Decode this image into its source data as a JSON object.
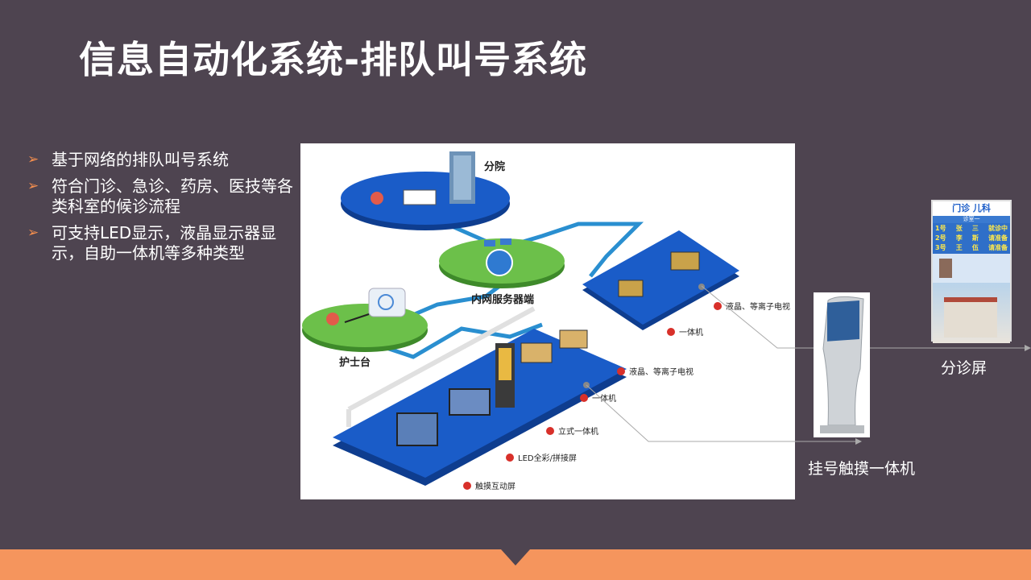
{
  "slide": {
    "title": "信息自动化系统-排队叫号系统",
    "bullets": [
      "基于网络的排队叫号系统",
      "符合门诊、急诊、药房、医技等各类科室的候诊流程",
      "可支持LED显示，液晶显示器显示，自助一体机等多种类型"
    ]
  },
  "diagram": {
    "branch_label": "分院",
    "server_label": "内网服务器端",
    "nurse_label": "护士台",
    "lcd_label": "液晶、等离子电视",
    "aio_label": "一体机",
    "stand_label": "立式一体机",
    "led_label": "LED全彩/拼接屏",
    "touch_label": "触摸互动屏"
  },
  "devices": {
    "kiosk_caption": "挂号触摸一体机",
    "screen_caption": "分诊屏",
    "screen": {
      "header": "门诊  儿科",
      "room": "诊室一",
      "rows": [
        [
          "1号",
          "张",
          "三",
          "就诊中"
        ],
        [
          "2号",
          "李",
          "斯",
          "请准备"
        ],
        [
          "3号",
          "王",
          "伍",
          "请准备"
        ]
      ]
    }
  },
  "colors": {
    "background": "#4e4450",
    "accent": "#f58f4e",
    "footer": "#f5955d",
    "platform_blue": "#1a5cc8",
    "island_green": "#6cc04a",
    "network_line": "#2a8fd0"
  }
}
